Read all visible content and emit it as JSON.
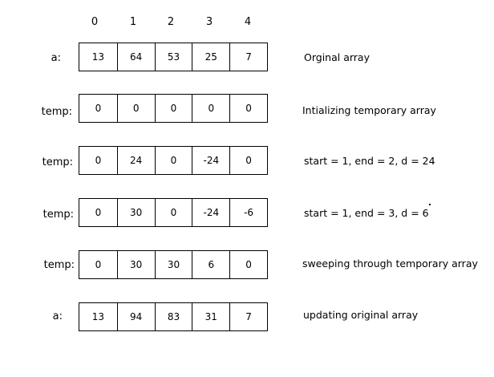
{
  "indices": [
    "0",
    "1",
    "2",
    "3",
    "4"
  ],
  "rows": [
    {
      "label": "a:",
      "cells": [
        "13",
        "64",
        "53",
        "25",
        "7"
      ],
      "description": "Orginal array"
    },
    {
      "label": "temp:",
      "cells": [
        "0",
        "0",
        "0",
        "0",
        "0"
      ],
      "description": "Intializing temporary array"
    },
    {
      "label": "temp:",
      "cells": [
        "0",
        "24",
        "0",
        "-24",
        "0"
      ],
      "description": "start = 1, end = 2, d = 24"
    },
    {
      "label": "temp:",
      "cells": [
        "0",
        "30",
        "0",
        "-24",
        "-6"
      ],
      "description": "start = 1, end = 3, d = 6"
    },
    {
      "label": "temp:",
      "cells": [
        "0",
        "30",
        "30",
        "6",
        "0"
      ],
      "description": "sweeping through temporary array"
    },
    {
      "label": "a:",
      "cells": [
        "13",
        "94",
        "83",
        "31",
        "7"
      ],
      "description": "updating original array"
    }
  ]
}
